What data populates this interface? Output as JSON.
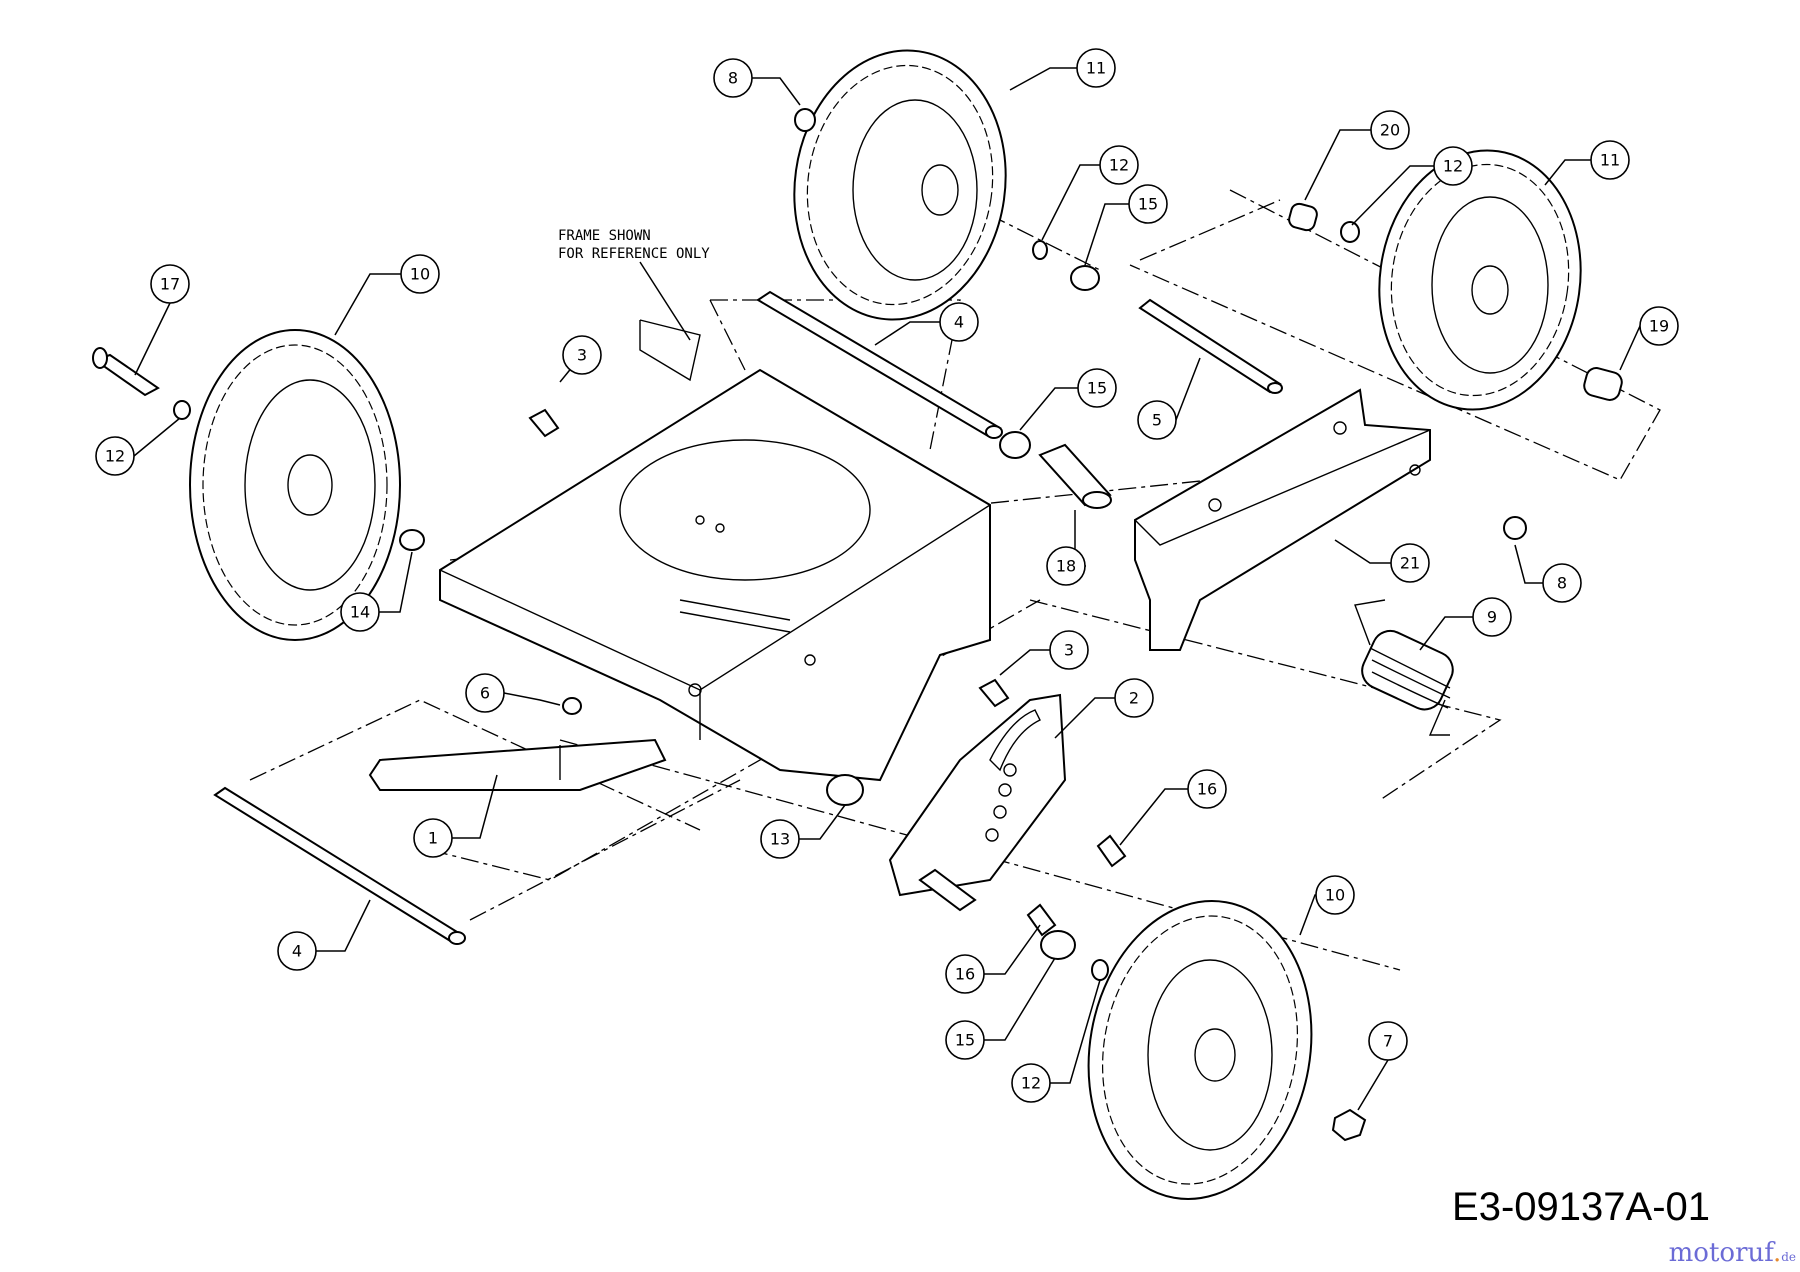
{
  "diagram": {
    "note_lines": [
      "FRAME SHOWN",
      "FOR REFERENCE ONLY"
    ],
    "drawing_number": "E3-09137A-01",
    "watermark": {
      "name": "motoruf",
      "dot": ".",
      "tld": "de"
    },
    "callouts": [
      "1",
      "2",
      "3",
      "3",
      "4",
      "4",
      "5",
      "6",
      "7",
      "8",
      "8",
      "9",
      "10",
      "10",
      "11",
      "11",
      "12",
      "12",
      "12",
      "12",
      "13",
      "14",
      "15",
      "15",
      "15",
      "16",
      "16",
      "17",
      "18",
      "19",
      "20",
      "21"
    ]
  }
}
